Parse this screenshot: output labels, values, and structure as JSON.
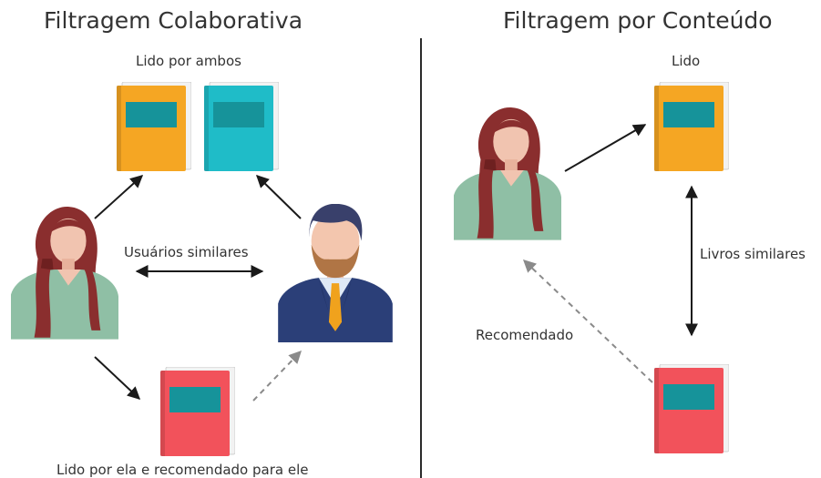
{
  "left": {
    "title": "Filtragem Colaborativa",
    "label_read_by_both": "Lido por ambos",
    "label_similar_users": "Usuários similares",
    "label_read_recommended": "Lido por ela e recomendado para ele"
  },
  "right": {
    "title": "Filtragem por Conteúdo",
    "label_read": "Lido",
    "label_similar_books": "Livros similares",
    "label_recommended": "Recomendado"
  },
  "colors": {
    "orange_book": "#f5a623",
    "teal_book": "#1fbcc8",
    "red_book": "#f2525b",
    "book_label": "#16939a",
    "woman_hair": "#8a2e2e",
    "woman_top": "#8fbfa5",
    "man_suit": "#2b3f78",
    "man_hair": "#39406b",
    "man_beard": "#b07545",
    "tie": "#f0a21d"
  },
  "icons": {
    "woman": "woman-avatar-icon",
    "man": "man-avatar-icon",
    "book": "book-icon"
  }
}
